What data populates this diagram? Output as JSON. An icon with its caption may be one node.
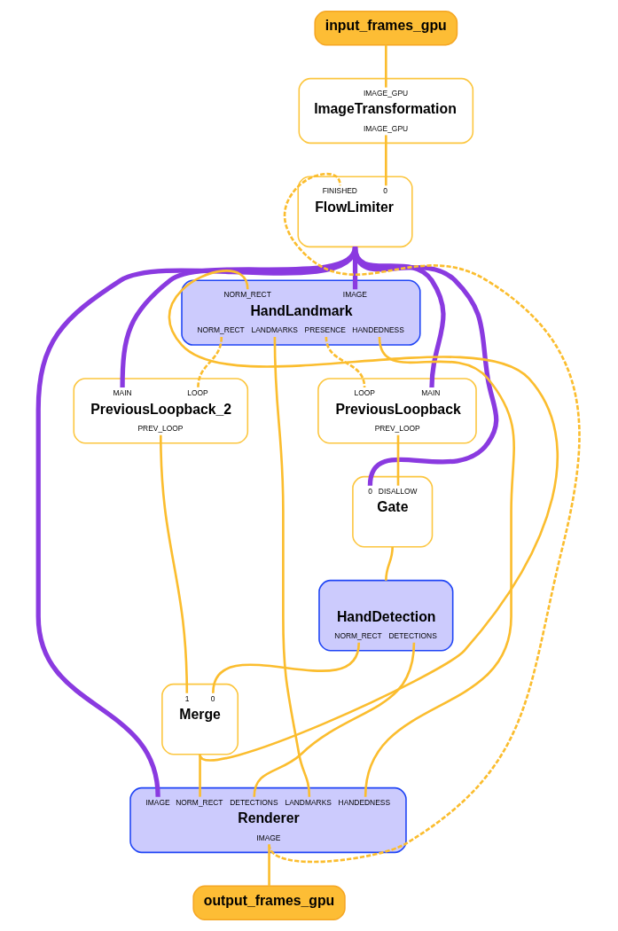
{
  "diagram": {
    "nodes": [
      {
        "text": [
          "input_frames_gpu"
        ]
      },
      {
        "text": [
          "IMAGE_GPU",
          "ImageTransformation",
          "IMAGE_GPU"
        ]
      },
      {
        "text": [
          "FINISHED",
          "0",
          "FlowLimiter"
        ]
      },
      {
        "text": [
          "NORM_RECT",
          "IMAGE",
          "HandLandmark",
          "NORM_RECT",
          "LANDMARKS",
          "PRESENCE",
          "HANDEDNESS"
        ]
      },
      {
        "text": [
          "MAIN",
          "LOOP",
          "PreviousLoopback_2",
          "PREV_LOOP"
        ]
      },
      {
        "text": [
          "LOOP",
          "MAIN",
          "PreviousLoopback",
          "PREV_LOOP"
        ]
      },
      {
        "text": [
          "0",
          "DISALLOW",
          "Gate"
        ]
      },
      {
        "text": [
          "HandDetection",
          "NORM_RECT",
          "DETECTIONS"
        ]
      },
      {
        "text": [
          "1",
          "0",
          "Merge"
        ]
      },
      {
        "text": [
          "IMAGE",
          "NORM_RECT",
          "DETECTIONS",
          "LANDMARKS",
          "HANDEDNESS",
          "Renderer",
          "IMAGE"
        ]
      },
      {
        "text": [
          "output_frames_gpu"
        ]
      }
    ],
    "edges": [
      {
        "from": 0,
        "to": 1,
        "arrow": "none"
      },
      {
        "from": 1,
        "to": 2,
        "arrow": "none"
      },
      {
        "from": 9,
        "to": 2,
        "arrow": "none",
        "style": "dashed"
      },
      {
        "from": 2,
        "to": 3,
        "arrow": "none",
        "style": "thick",
        "color": "#8a3ae0"
      },
      {
        "from": 2,
        "to": 4,
        "arrow": "none",
        "style": "thick",
        "color": "#8a3ae0"
      },
      {
        "from": 2,
        "to": 5,
        "arrow": "none",
        "style": "thick",
        "color": "#8a3ae0"
      },
      {
        "from": 2,
        "to": 6,
        "arrow": "none",
        "style": "thick",
        "color": "#8a3ae0"
      },
      {
        "from": 2,
        "to": 9,
        "arrow": "none",
        "style": "thick",
        "color": "#8a3ae0"
      },
      {
        "from": 3,
        "to": 4,
        "arrow": "none",
        "style": "dashed"
      },
      {
        "from": 3,
        "to": 5,
        "arrow": "none",
        "style": "dashed"
      },
      {
        "from": 3,
        "to": 9,
        "arrow": "none"
      },
      {
        "from": 3,
        "to": 9,
        "arrow": "none"
      },
      {
        "from": 4,
        "to": 8,
        "arrow": "none"
      },
      {
        "from": 5,
        "to": 6,
        "arrow": "none"
      },
      {
        "from": 6,
        "to": 7,
        "arrow": "none"
      },
      {
        "from": 7,
        "to": 8,
        "arrow": "none"
      },
      {
        "from": 7,
        "to": 9,
        "arrow": "none"
      },
      {
        "from": 8,
        "to": 3,
        "arrow": "none"
      },
      {
        "from": 8,
        "to": 9,
        "arrow": "none"
      },
      {
        "from": 9,
        "to": 10,
        "arrow": "none"
      }
    ]
  }
}
